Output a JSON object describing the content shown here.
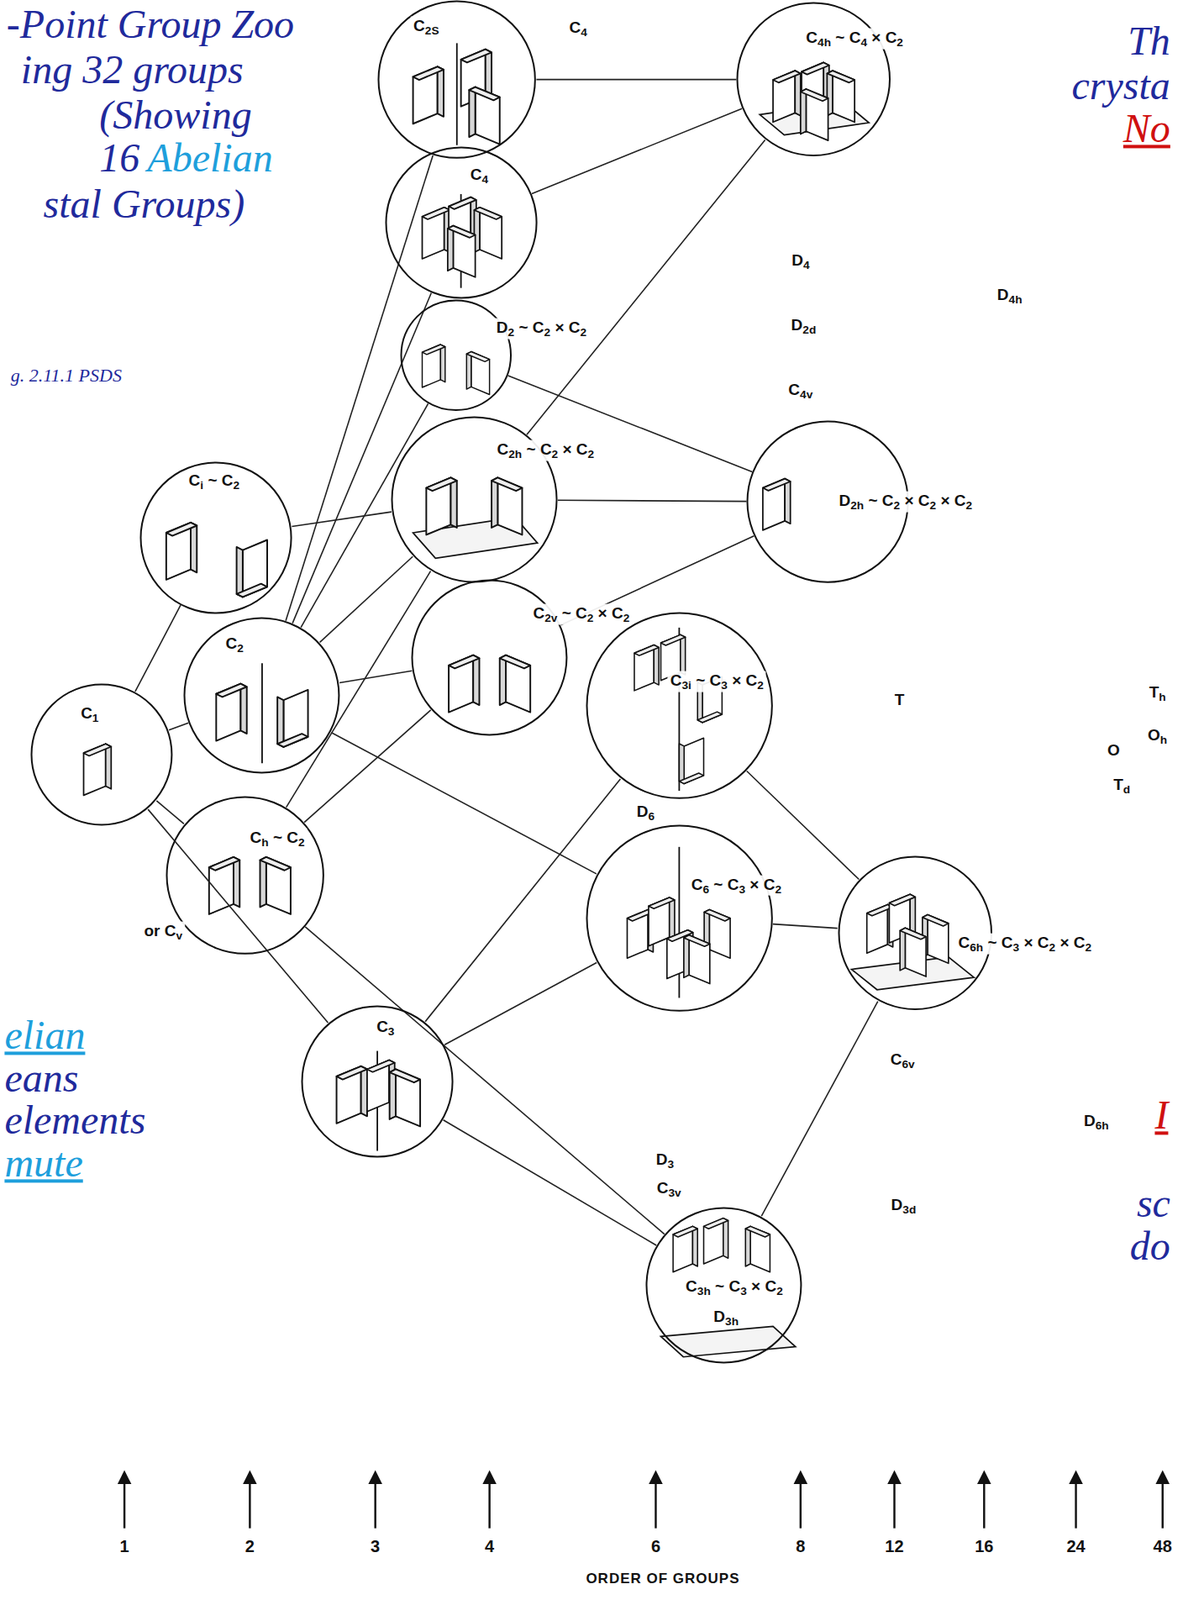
{
  "diagram": {
    "title": "-Point Group Zoo",
    "nodes": [
      {
        "text": [
          "C2S",
          "C4"
        ]
      },
      {
        "text": [
          "C4h ~ C4 × C2"
        ]
      },
      {
        "text": [
          "C4"
        ]
      },
      {
        "text": [
          "D2 ~ C2 × C2"
        ]
      },
      {
        "text": [
          "C2h ~ C2 × C2"
        ]
      },
      {
        "text": [
          "D2h ~ C2 × C2 × C2"
        ]
      },
      {
        "text": [
          "Ci ~ C2"
        ]
      },
      {
        "text": [
          "C2"
        ]
      },
      {
        "text": [
          "C2v ~ C2 × C2"
        ]
      },
      {
        "text": [
          "C1"
        ]
      },
      {
        "text": [
          "C3i ~ C3 × C2"
        ]
      },
      {
        "text": [
          "Ch ~ C2",
          "or Cv"
        ]
      },
      {
        "text": [
          "C6 ~ C3 × C2"
        ]
      },
      {
        "text": [
          "C6h ~ C3 × C2 × C2"
        ]
      },
      {
        "text": [
          "C3"
        ]
      },
      {
        "text": [
          "C3h ~ C3 × C2"
        ]
      }
    ],
    "edges": [
      {
        "from": 0,
        "to": 1,
        "arrow": "none"
      },
      {
        "from": 2,
        "to": 1,
        "arrow": "none"
      },
      {
        "from": 4,
        "to": 1,
        "arrow": "none"
      },
      {
        "from": 7,
        "to": 0,
        "arrow": "none"
      },
      {
        "from": 7,
        "to": 2,
        "arrow": "none"
      },
      {
        "from": 7,
        "to": 3,
        "arrow": "none"
      },
      {
        "from": 7,
        "to": 4,
        "arrow": "none"
      },
      {
        "from": 7,
        "to": 8,
        "arrow": "none"
      },
      {
        "from": 3,
        "to": 5,
        "arrow": "none"
      },
      {
        "from": 4,
        "to": 5,
        "arrow": "none"
      },
      {
        "from": 8,
        "to": 5,
        "arrow": "none"
      },
      {
        "from": 9,
        "to": 6,
        "arrow": "none"
      },
      {
        "from": 9,
        "to": 7,
        "arrow": "none"
      },
      {
        "from": 9,
        "to": 11,
        "arrow": "none"
      },
      {
        "from": 9,
        "to": 14,
        "arrow": "none"
      },
      {
        "from": 6,
        "to": 4,
        "arrow": "none"
      },
      {
        "from": 11,
        "to": 4,
        "arrow": "none"
      },
      {
        "from": 11,
        "to": 8,
        "arrow": "none"
      },
      {
        "from": 14,
        "to": 10,
        "arrow": "none"
      },
      {
        "from": 14,
        "to": 12,
        "arrow": "none"
      },
      {
        "from": 14,
        "to": 15,
        "arrow": "none"
      },
      {
        "from": 7,
        "to": 12,
        "arrow": "none"
      },
      {
        "from": 12,
        "to": 13,
        "arrow": "none"
      },
      {
        "from": 10,
        "to": 13,
        "arrow": "none"
      },
      {
        "from": 15,
        "to": 13,
        "arrow": "none"
      },
      {
        "from": 11,
        "to": 15,
        "arrow": "none"
      }
    ],
    "labels": [
      "ing 32 groups",
      "(Showing",
      "16",
      "Abelian",
      "stal Groups)",
      "g. 2.11.1 PSDS",
      "elian",
      "eans",
      "elements",
      "mute",
      "Th",
      "crysta",
      "No",
      "I",
      "sc",
      "do",
      "D4",
      "D4h",
      "D2d",
      "C4v",
      "T",
      "Th",
      "Oh",
      "O",
      "Td",
      "D6",
      "C6v",
      "D6h",
      "D3",
      "C3v",
      "D3d",
      "D3h",
      "1",
      "2",
      "3",
      "4",
      "6",
      "8",
      "12",
      "16",
      "24",
      "48",
      "ORDER OF GROUPS"
    ]
  }
}
